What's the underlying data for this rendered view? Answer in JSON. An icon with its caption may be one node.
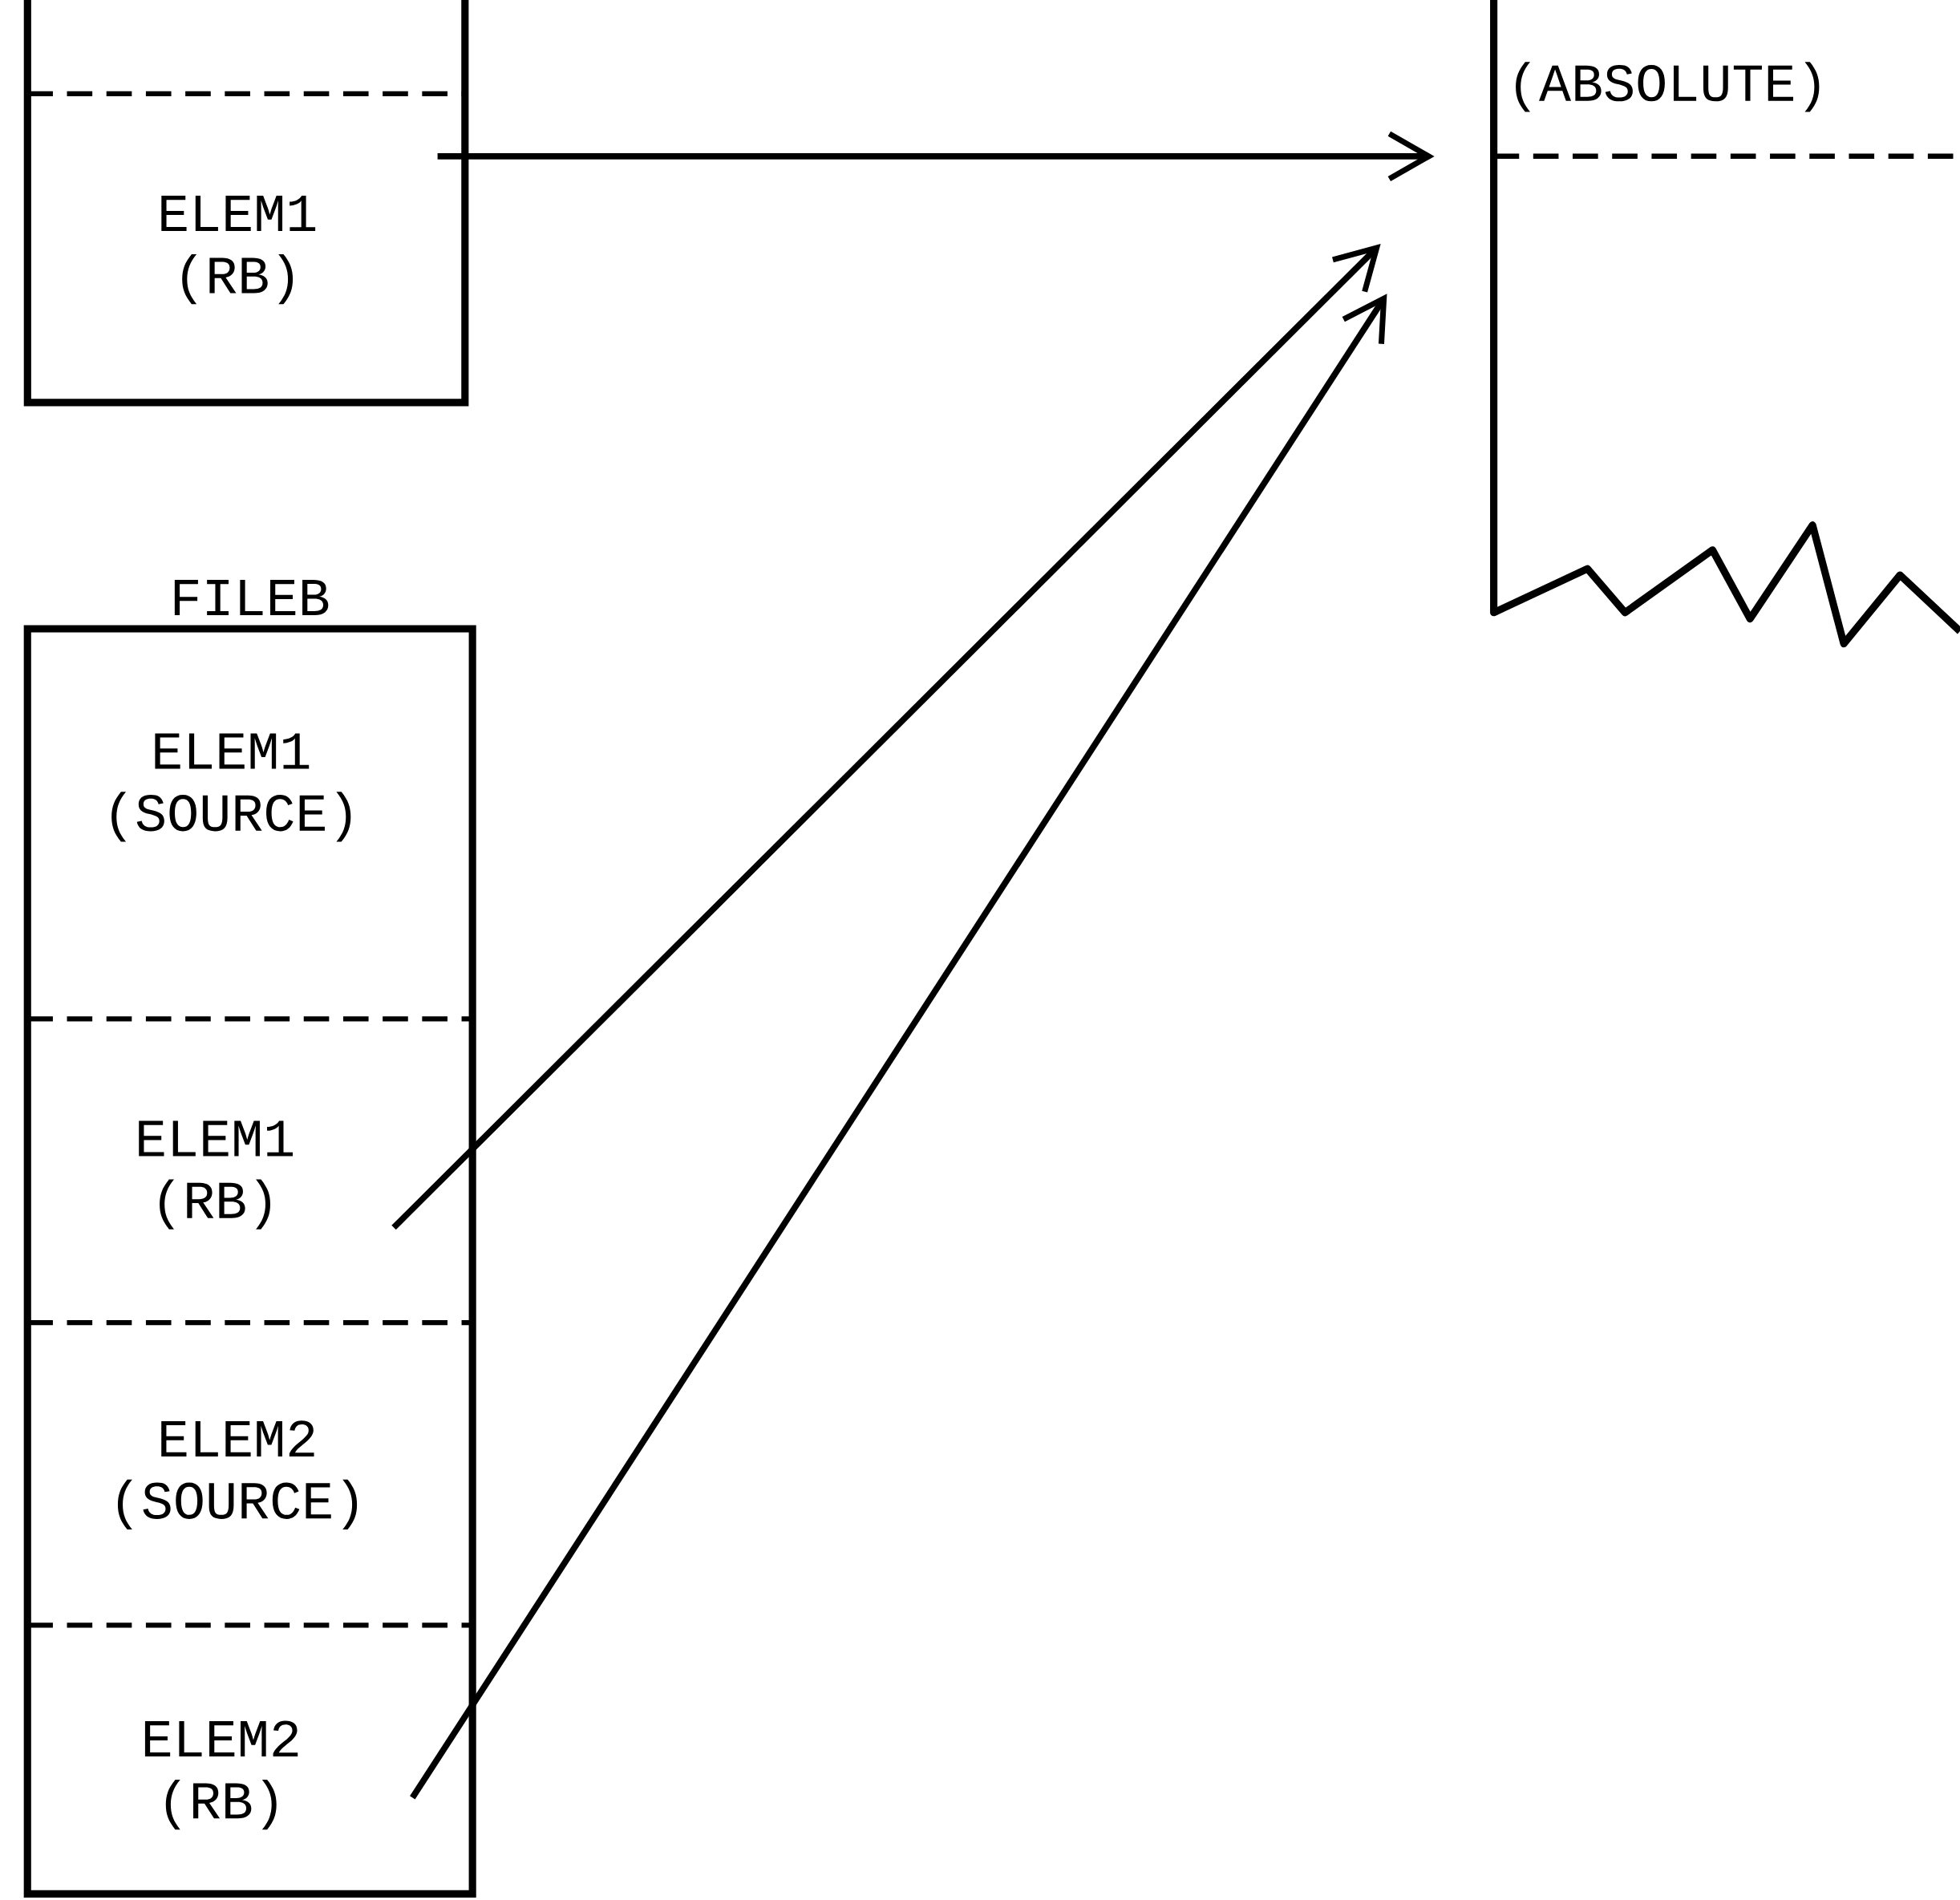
{
  "diagram": {
    "nodes": [
      {
        "text": [
          "ELEM1 (RB)"
        ]
      },
      {
        "text": [
          "(ABSOLUTE)"
        ]
      },
      {
        "text": [
          "FILEB"
        ]
      },
      {
        "text": [
          "ELEM1 (SOURCE)"
        ],
        "in": 2
      },
      {
        "text": [
          "ELEM1 (RB)"
        ],
        "in": 2
      },
      {
        "text": [
          "ELEM2 (SOURCE)"
        ],
        "in": 2
      },
      {
        "text": [
          "ELEM2 (RB)"
        ],
        "in": 2
      }
    ],
    "edges": [
      {
        "from": 0,
        "to": 1,
        "arrow": "to"
      },
      {
        "from": 4,
        "to": 1,
        "arrow": "to"
      },
      {
        "from": 6,
        "to": 1,
        "arrow": "to"
      }
    ]
  }
}
